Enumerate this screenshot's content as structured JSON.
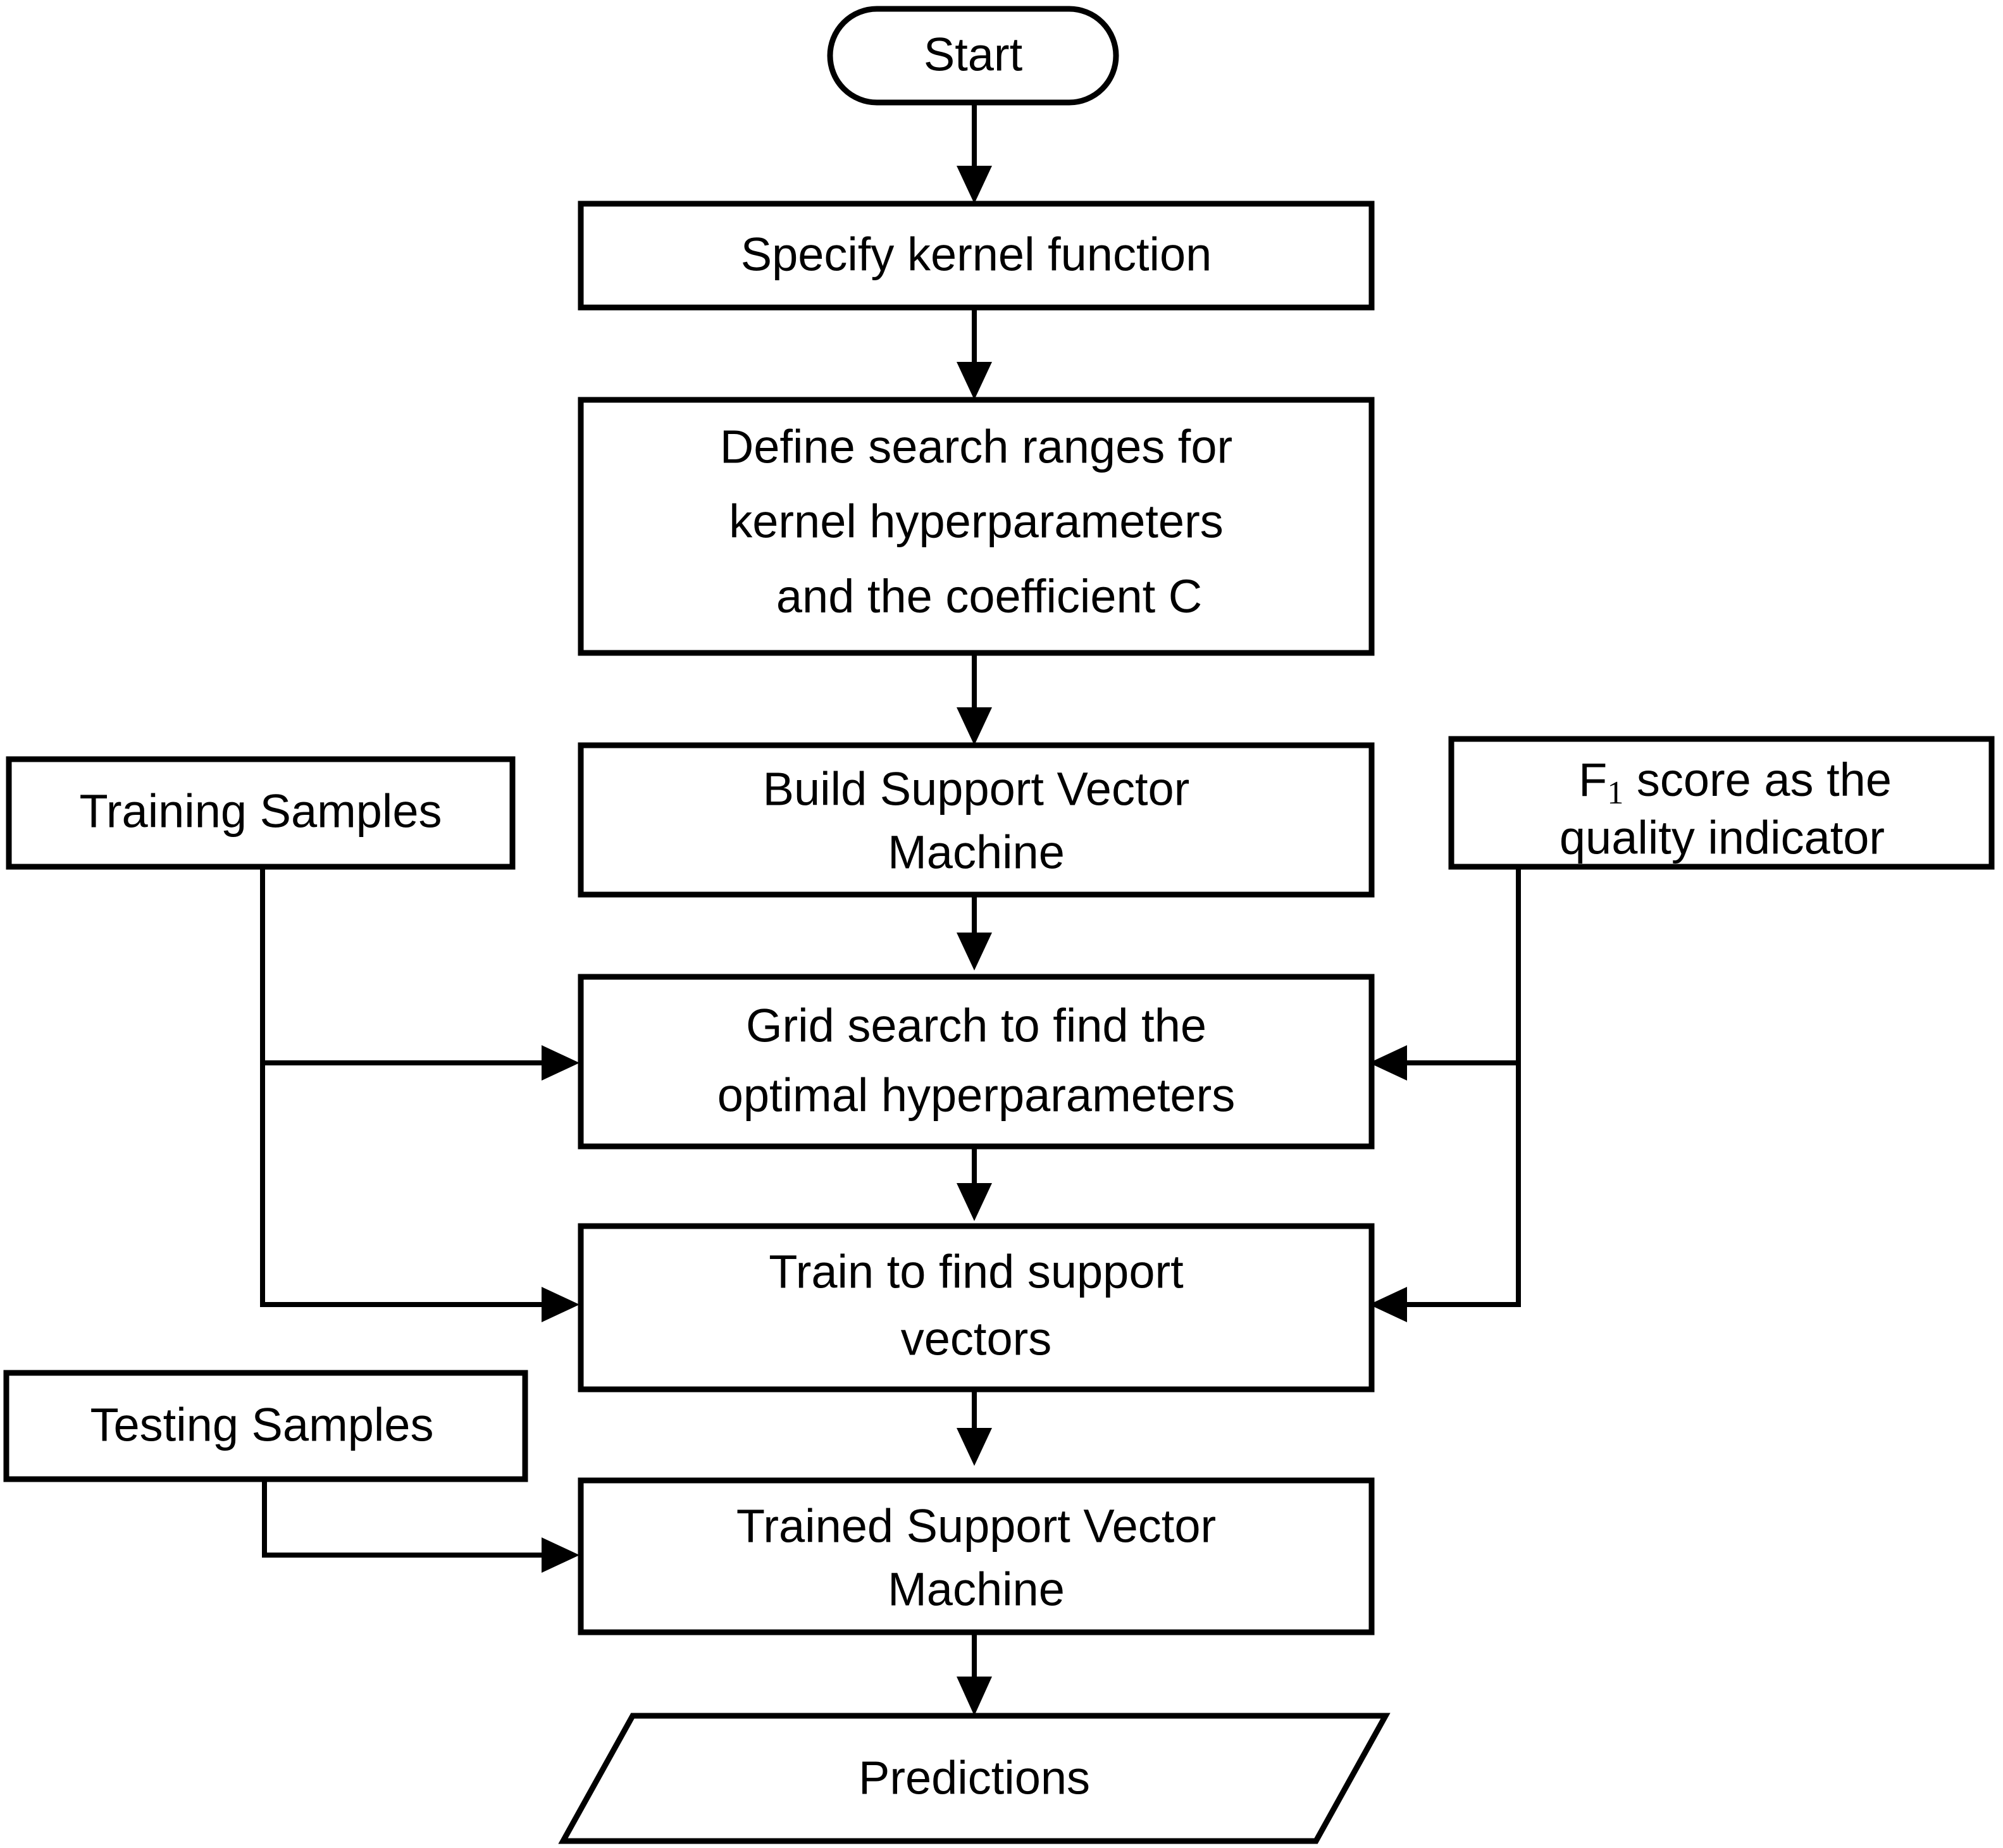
{
  "diagram": {
    "type": "flowchart",
    "title": "SVM training and prediction workflow",
    "background_color": "#ffffff",
    "line_color": "#000000",
    "fill_color": "#ffffff"
  },
  "nodes": {
    "start": {
      "label": "Start",
      "shape": "stadium"
    },
    "specify_kernel": {
      "label": "Specify kernel function",
      "shape": "rectangle"
    },
    "define_ranges": {
      "line1": "Define search ranges for",
      "line2": "kernel hyperparameters",
      "line3_a": "and the coefficient ",
      "line3_b": "C",
      "shape": "rectangle"
    },
    "build_svm": {
      "line1": "Build Support Vector",
      "line2": "Machine",
      "shape": "rectangle"
    },
    "training_samples": {
      "label": "Training Samples",
      "shape": "rectangle"
    },
    "f1_score": {
      "line1_a": "F",
      "line1_sub": "1",
      "line1_b": " score as the",
      "line2": "quality indicator",
      "shape": "rectangle"
    },
    "grid_search": {
      "line1": "Grid search to find the",
      "line2": "optimal hyperparameters",
      "shape": "rectangle"
    },
    "train_support_vectors": {
      "line1": "Train to find support",
      "line2": "vectors",
      "shape": "rectangle"
    },
    "testing_samples": {
      "label": "Testing Samples",
      "shape": "rectangle"
    },
    "trained_svm": {
      "line1": "Trained Support Vector",
      "line2": "Machine",
      "shape": "rectangle"
    },
    "predictions": {
      "label": "Predictions",
      "shape": "parallelogram"
    }
  },
  "edges": [
    {
      "from": "start",
      "to": "specify_kernel",
      "style": "straight-down",
      "arrow": true
    },
    {
      "from": "specify_kernel",
      "to": "define_ranges",
      "style": "straight-down",
      "arrow": true
    },
    {
      "from": "define_ranges",
      "to": "build_svm",
      "style": "straight-down",
      "arrow": true
    },
    {
      "from": "build_svm",
      "to": "grid_search",
      "style": "straight-down",
      "arrow": true
    },
    {
      "from": "grid_search",
      "to": "train_support_vectors",
      "style": "straight-down",
      "arrow": true
    },
    {
      "from": "train_support_vectors",
      "to": "trained_svm",
      "style": "straight-down",
      "arrow": true
    },
    {
      "from": "trained_svm",
      "to": "predictions",
      "style": "straight-down",
      "arrow": true
    },
    {
      "from": "training_samples",
      "to": "grid_search",
      "style": "elbow-right",
      "arrow": true
    },
    {
      "from": "training_samples",
      "to": "train_support_vectors",
      "style": "elbow-right",
      "arrow": true
    },
    {
      "from": "f1_score",
      "to": "grid_search",
      "style": "elbow-left",
      "arrow": true
    },
    {
      "from": "f1_score",
      "to": "train_support_vectors",
      "style": "elbow-left",
      "arrow": true
    },
    {
      "from": "testing_samples",
      "to": "trained_svm",
      "style": "elbow-right",
      "arrow": true
    }
  ]
}
